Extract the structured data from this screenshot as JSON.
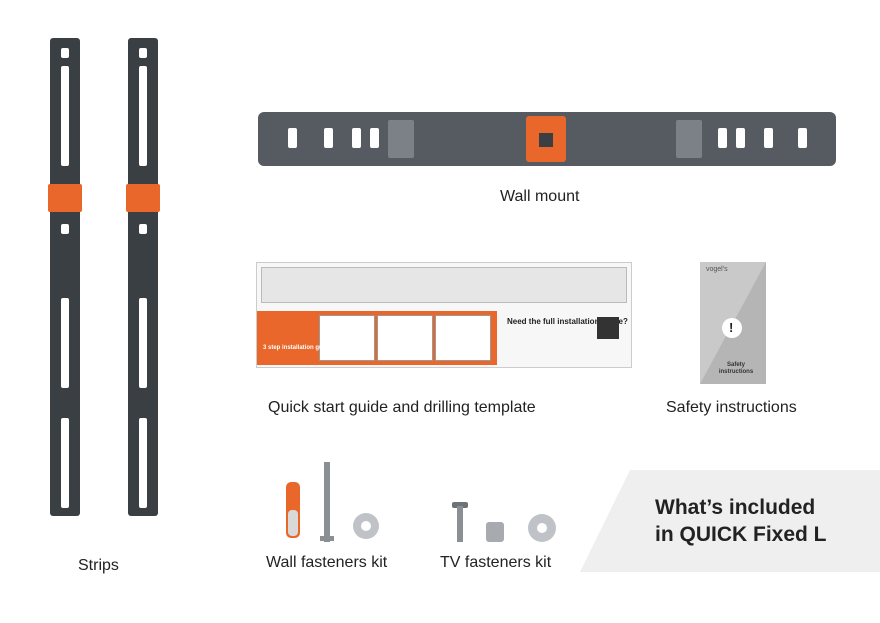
{
  "labels": {
    "strips": "Strips",
    "wall_mount": "Wall mount",
    "quick_start": "Quick start guide and drilling template",
    "safety": "Safety instructions",
    "wall_fasteners": "Wall fasteners kit",
    "tv_fasteners": "TV fasteners kit"
  },
  "banner": {
    "line1": "What’s included",
    "line2": "in QUICK Fixed L"
  },
  "guide": {
    "title": "Need the full installation guide?",
    "steps_label": "3 step installation guide"
  },
  "booklet": {
    "brand": "vogel's",
    "mark": "!",
    "title": "Safety instructions"
  },
  "colors": {
    "accent": "#e9672a",
    "metal": "#3a3f44",
    "banner_bg": "#efefef"
  }
}
